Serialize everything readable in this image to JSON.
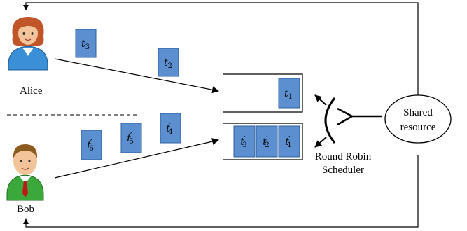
{
  "people": {
    "alice": {
      "label": "Alice"
    },
    "bob": {
      "label": "Bob"
    }
  },
  "tasks": {
    "alice_waiting": [
      {
        "base": "t",
        "sub": "3",
        "prime": ""
      },
      {
        "base": "t",
        "sub": "2",
        "prime": ""
      }
    ],
    "alice_queue": [
      {
        "base": "t",
        "sub": "1",
        "prime": ""
      }
    ],
    "bob_waiting": [
      {
        "base": "t",
        "sub": "6",
        "prime": "′"
      },
      {
        "base": "t",
        "sub": "5",
        "prime": "′"
      },
      {
        "base": "t",
        "sub": "4",
        "prime": "′"
      }
    ],
    "bob_queue": [
      {
        "base": "t",
        "sub": "3",
        "prime": "′"
      },
      {
        "base": "t",
        "sub": "2",
        "prime": "′"
      },
      {
        "base": "t",
        "sub": "1",
        "prime": "′"
      }
    ]
  },
  "scheduler": {
    "line1": "Round Robin",
    "line2": "Scheduler"
  },
  "resource": {
    "line1": "Shared",
    "line2": "resource"
  },
  "colors": {
    "task_fill": "#5b8fd0",
    "task_stroke": "#2e5f9e",
    "line": "#000000",
    "alice_shirt": "#3a8fd6",
    "alice_hair": "#c0552a",
    "bob_shirt": "#3aa83a",
    "bob_hair": "#8a5a1e",
    "skin": "#f3c39a"
  }
}
